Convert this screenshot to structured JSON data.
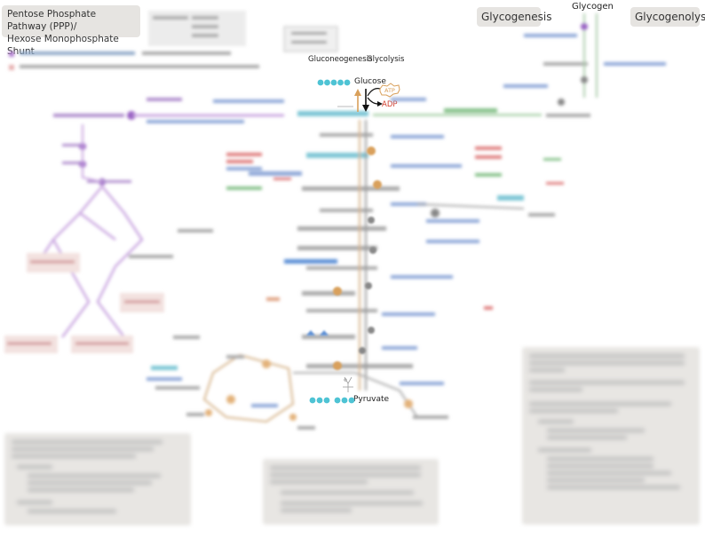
{
  "title": {
    "line1": "Pentose Phosphate Pathway (PPP)/",
    "line2": "Hexose Monophosphate Shunt"
  },
  "labels": {
    "glycogenesis": "Glycogenesis",
    "glycogen": "Glycogen",
    "glycogenolysis": "Glycogenolysis",
    "gluconeogenesis": "Gluconeogenesis",
    "glycolysis": "Glycolysis",
    "glucose": "Glucose",
    "atp": "ATP",
    "adp": "ADP",
    "pyruvate": "Pyruvate"
  },
  "colors": {
    "orange": "#d9a05b",
    "black": "#111111",
    "teal": "#4ec3d4",
    "red": "#d23c2a",
    "purple": "#9a63c4",
    "blue": "#5b8fd6",
    "green": "#4caf50",
    "note_bg": "#e8e6e3"
  }
}
